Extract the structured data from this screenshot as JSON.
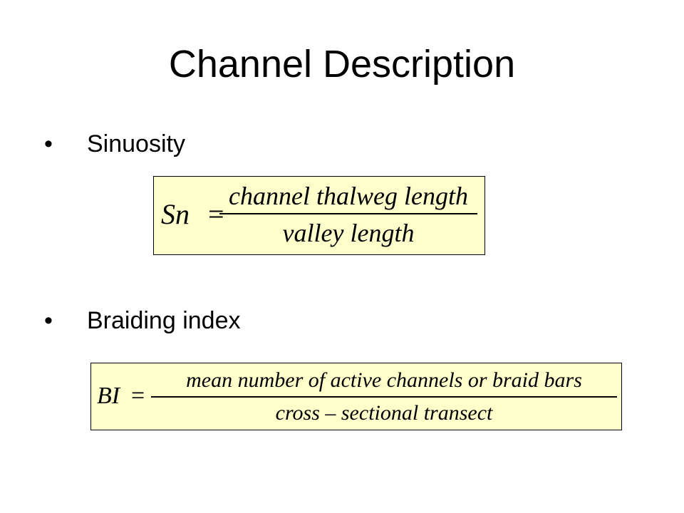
{
  "slide": {
    "title": "Channel Description",
    "bullet_char": "•"
  },
  "bullets": [
    {
      "label": "Sinuosity",
      "equation": {
        "lhs": "Sn",
        "equals": "=",
        "numerator": "channel thalweg length",
        "denominator": "valley length"
      }
    },
    {
      "label": "Braiding index",
      "equation": {
        "lhs": "BI",
        "equals": "=",
        "numerator": "mean number of  active channels or braid bars",
        "denominator": "cross – sectional transect"
      }
    }
  ],
  "colors": {
    "equation_background": "#ffffcc",
    "text": "#000000",
    "page_background": "#ffffff"
  }
}
